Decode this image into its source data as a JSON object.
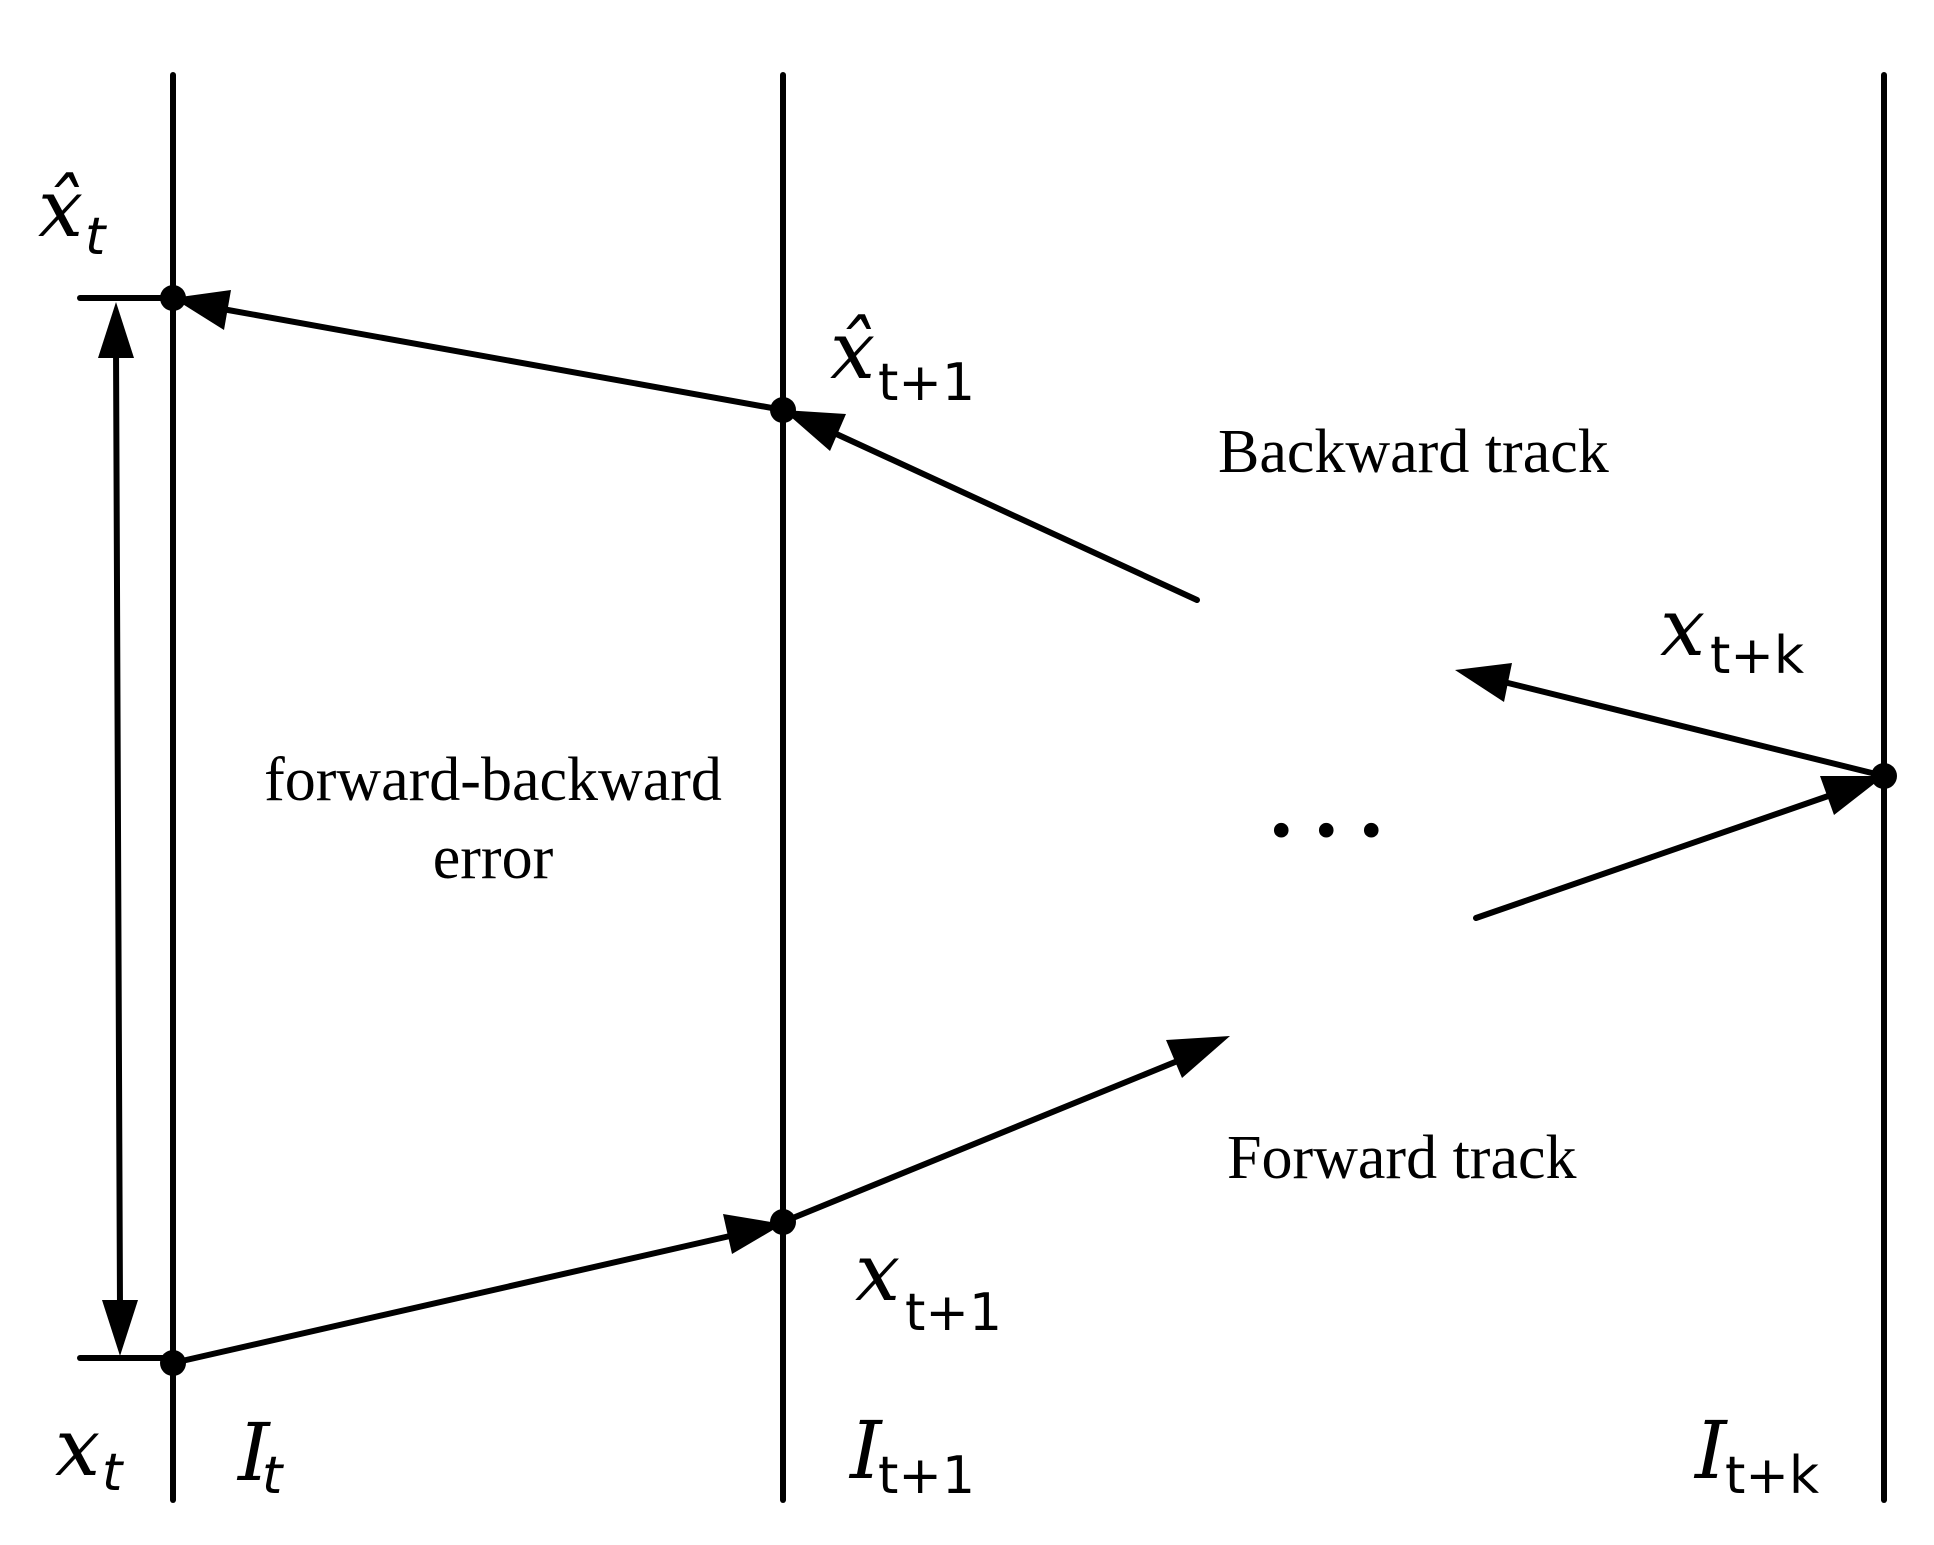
{
  "frames": [
    {
      "id": "t",
      "main": "I",
      "sub": "t"
    },
    {
      "id": "t1",
      "main": "I",
      "sub": "t+1"
    },
    {
      "id": "tk",
      "main": "I",
      "sub": "t+k"
    }
  ],
  "points": {
    "x_t": {
      "main": "x",
      "sub": "t"
    },
    "xhat_t": {
      "main": "x̂",
      "sub": "t"
    },
    "x_t1": {
      "main": "x",
      "sub": "t+1"
    },
    "xhat_t1": {
      "main": "x̂",
      "sub": "t+1"
    },
    "x_tk": {
      "main": "x",
      "sub": "t+k"
    }
  },
  "labels": {
    "backward_track": "Backward track",
    "forward_track": "Forward track",
    "fb_error_line1": "forward-backward",
    "fb_error_line2": "error",
    "ellipsis": ". . ."
  }
}
